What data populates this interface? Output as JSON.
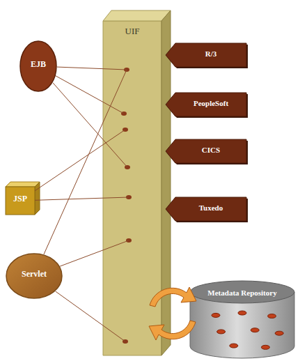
{
  "diagram": {
    "nodes": [
      {
        "text": [
          "UIF"
        ]
      },
      {
        "text": [
          "EJB"
        ]
      },
      {
        "text": [
          "JSP"
        ]
      },
      {
        "text": [
          "Servlet"
        ]
      },
      {
        "text": [
          "R/3"
        ]
      },
      {
        "text": [
          "PeopleSoft"
        ]
      },
      {
        "text": [
          "CICS"
        ]
      },
      {
        "text": [
          "Tuxedo"
        ]
      },
      {
        "text": [
          "Metadata Repository"
        ]
      }
    ],
    "edges": [
      {
        "from": 1,
        "to": 0,
        "arrow": "none"
      },
      {
        "from": 1,
        "to": 0,
        "arrow": "none"
      },
      {
        "from": 1,
        "to": 0,
        "arrow": "none"
      },
      {
        "from": 2,
        "to": 0,
        "arrow": "none"
      },
      {
        "from": 2,
        "to": 0,
        "arrow": "none"
      },
      {
        "from": 3,
        "to": 0,
        "arrow": "none"
      },
      {
        "from": 3,
        "to": 0,
        "arrow": "none"
      },
      {
        "from": 3,
        "to": 0,
        "arrow": "none"
      }
    ]
  }
}
